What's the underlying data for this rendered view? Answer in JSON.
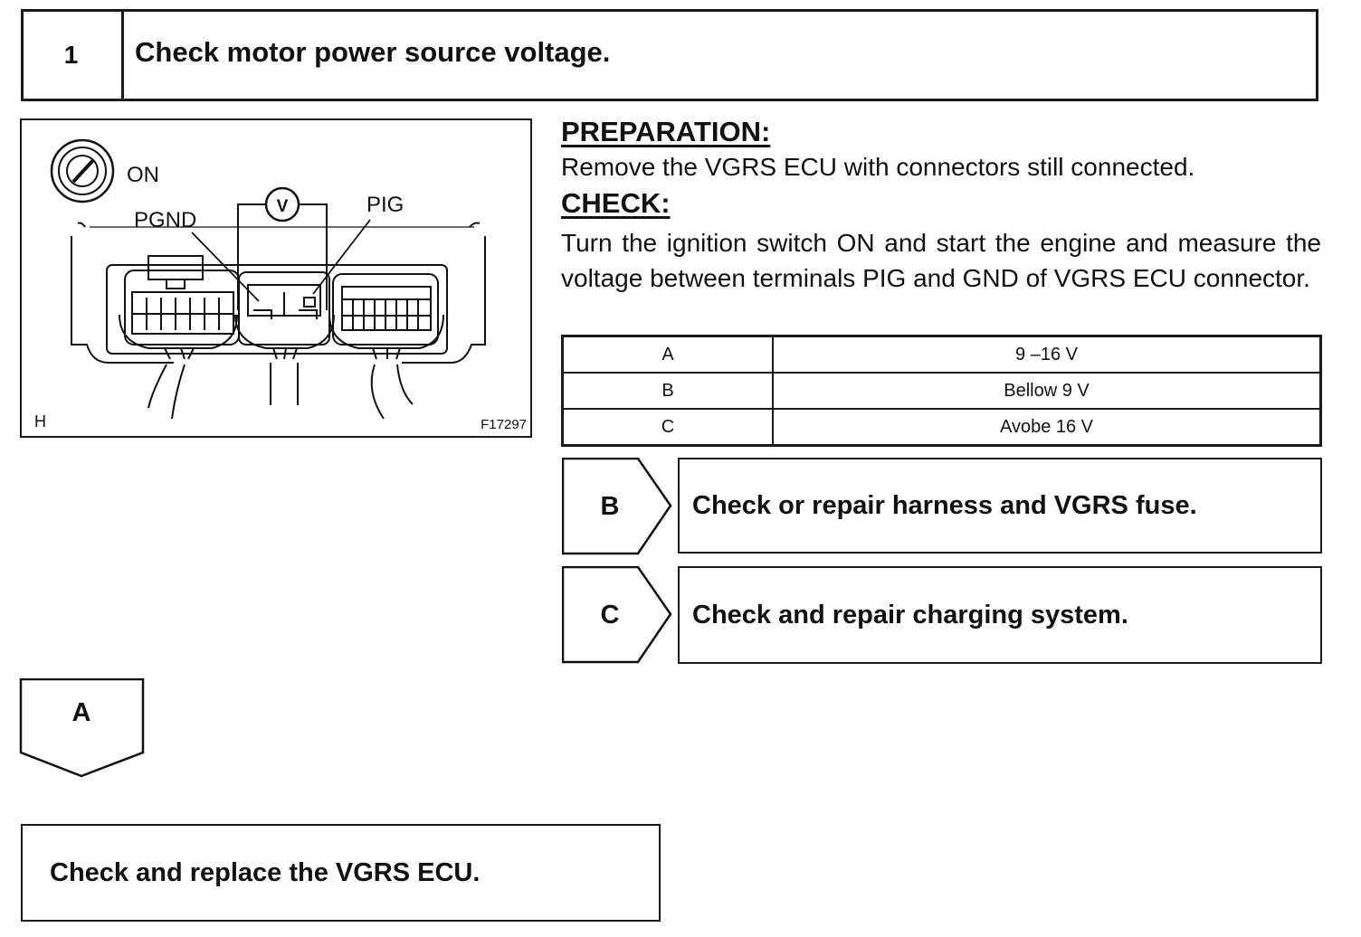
{
  "step": {
    "number": "1",
    "title": "Check motor power source voltage."
  },
  "figure": {
    "labels": {
      "ignition": "ON",
      "meter": "V",
      "pgnd": "PGND",
      "pig": "PIG",
      "corner_code": "H",
      "figure_id": "F17297"
    }
  },
  "preparation": {
    "heading": "PREPARATION:",
    "text": "Remove the VGRS ECU with connectors still connected."
  },
  "check": {
    "heading": "CHECK:",
    "text": "Turn the ignition switch ON and start the engine and measure the voltage between terminals PIG and GND of VGRS ECU connector."
  },
  "results": [
    {
      "code": "A",
      "value": "9 –16 V"
    },
    {
      "code": "B",
      "value": "Bellow 9 V"
    },
    {
      "code": "C",
      "value": "Avobe 16 V"
    }
  ],
  "branches": [
    {
      "code": "B",
      "action": "Check or repair harness and VGRS fuse."
    },
    {
      "code": "C",
      "action": "Check and repair charging system."
    }
  ],
  "next": {
    "code": "A",
    "action": "Check and replace the VGRS ECU."
  }
}
